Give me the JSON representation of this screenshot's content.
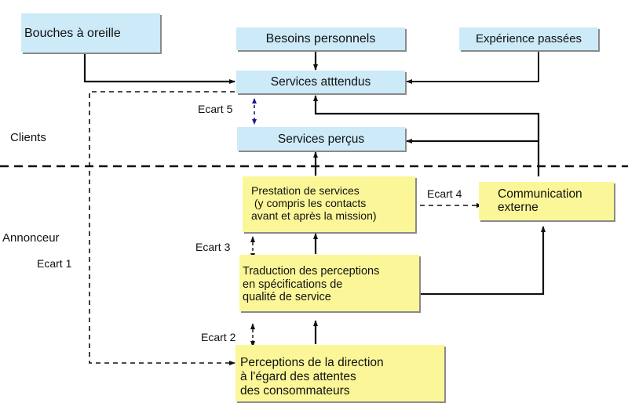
{
  "colors": {
    "client_box": "#cdeaf8",
    "company_box": "#fbf799",
    "gap_arrow": "#1a1a8c"
  },
  "sections": {
    "clients": "Clients",
    "advertiser": "Annonceur"
  },
  "boxes": {
    "word_of_mouth": "Bouches à oreille",
    "personal_needs": "Besoins personnels",
    "past_experience": "Expérience passées",
    "expected_services": "Services atttendus",
    "perceived_services": "Services perçus",
    "service_delivery": [
      "Prestation de services",
      " (y compris les contacts",
      "avant et après la mission)"
    ],
    "external_communication": [
      "Communication",
      "externe"
    ],
    "translation": [
      "Traduction des perceptions",
      "en spécifications de",
      "qualité de service"
    ],
    "management_perceptions": [
      "Perceptions de la direction",
      "à l'égard des attentes",
      "des consommateurs"
    ]
  },
  "gaps": {
    "gap1": "Ecart 1",
    "gap2": "Ecart 2",
    "gap3": "Ecart 3",
    "gap4": "Ecart 4",
    "gap5": "Ecart 5"
  }
}
